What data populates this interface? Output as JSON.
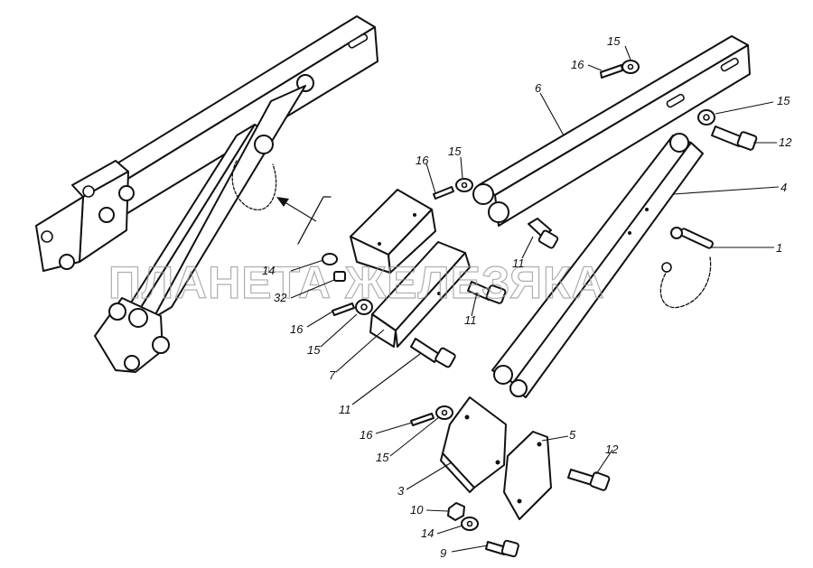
{
  "watermark": "ПЛАНЕТА ЖЕЛЕЗЯКА",
  "callouts": {
    "c15_top": "15",
    "c16_top": "16",
    "c6": "6",
    "c15_right": "15",
    "c12_right": "12",
    "c4": "4",
    "c1": "1",
    "c16_mid": "16",
    "c15_mid": "15",
    "c14_left": "14",
    "c32": "32",
    "c16_left": "16",
    "c15_left": "15",
    "c7": "7",
    "c11_a": "11",
    "c11_b": "11",
    "c11_c": "11",
    "c16_low": "16",
    "c15_low": "15",
    "c3": "3",
    "c5": "5",
    "c12_low": "12",
    "c10": "10",
    "c14_low": "14",
    "c9": "9"
  }
}
